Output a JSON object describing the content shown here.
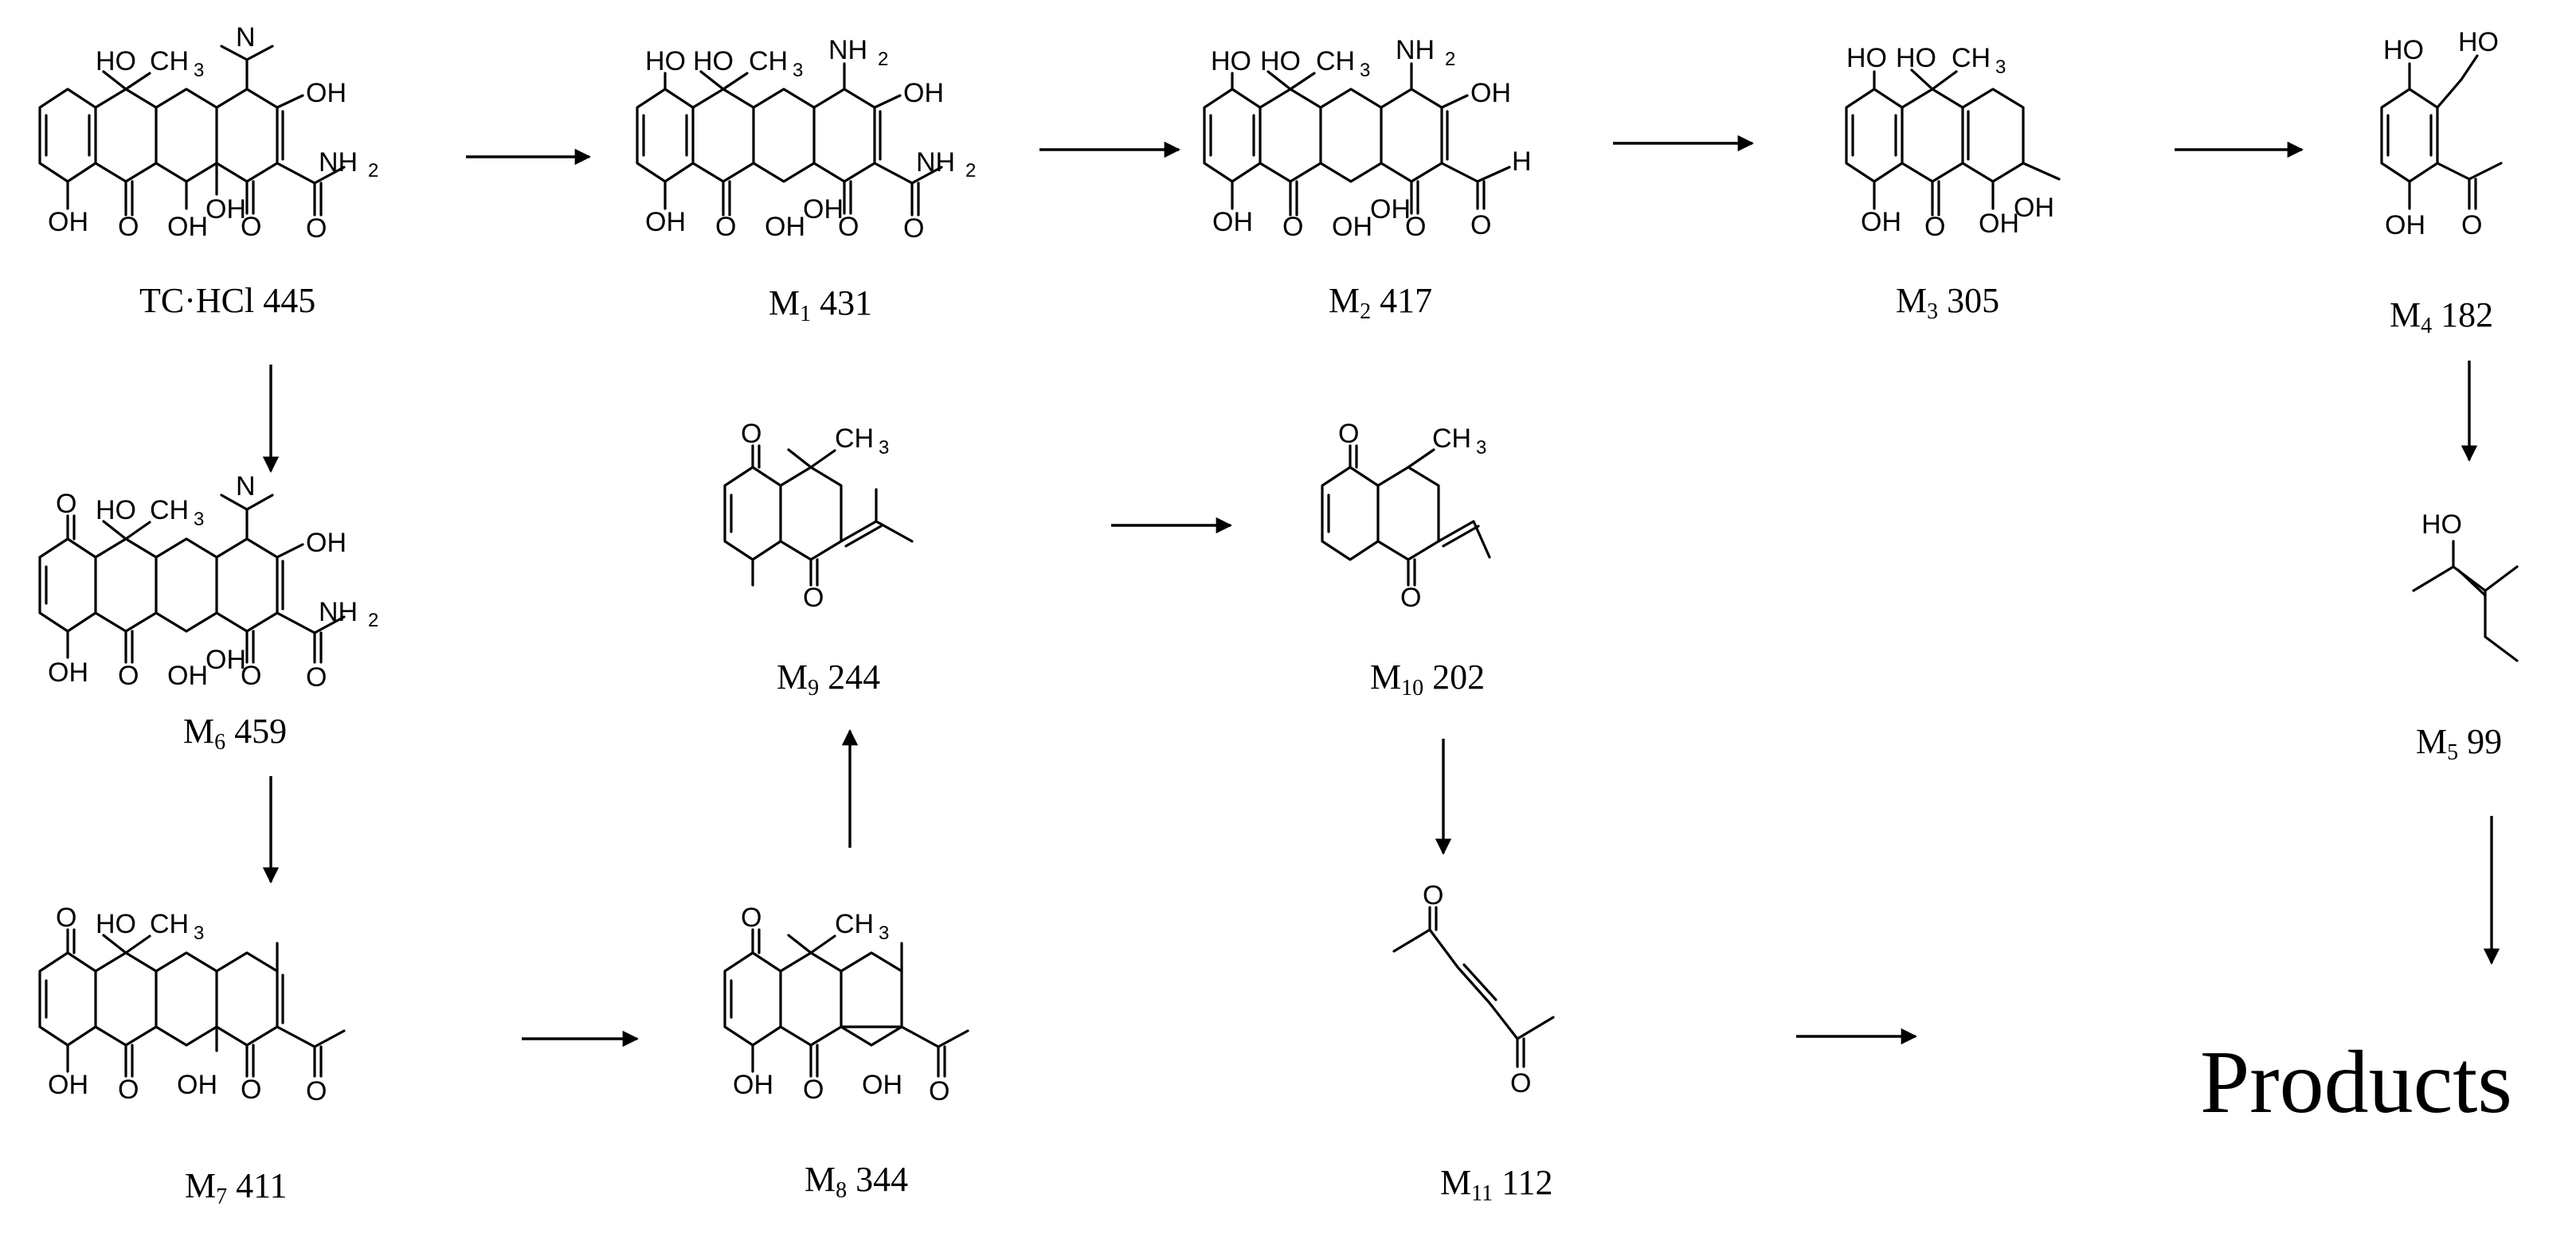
{
  "compounds": {
    "tc": {
      "label": "TC·HCl",
      "sub": "",
      "mass": "445"
    },
    "m1": {
      "label": "M",
      "sub": "1",
      "mass": "431"
    },
    "m2": {
      "label": "M",
      "sub": "2",
      "mass": "417"
    },
    "m3": {
      "label": "M",
      "sub": "3",
      "mass": "305"
    },
    "m4": {
      "label": "M",
      "sub": "4",
      "mass": "182"
    },
    "m5": {
      "label": "M",
      "sub": "5",
      "mass": "99"
    },
    "m6": {
      "label": "M",
      "sub": "6",
      "mass": "459"
    },
    "m7": {
      "label": "M",
      "sub": "7",
      "mass": "411"
    },
    "m8": {
      "label": "M",
      "sub": "8",
      "mass": "344"
    },
    "m9": {
      "label": "M",
      "sub": "9",
      "mass": "244"
    },
    "m10": {
      "label": "M",
      "sub": "10",
      "mass": "202"
    },
    "m11": {
      "label": "M",
      "sub": "11",
      "mass": "112"
    }
  },
  "groups": {
    "oh": "OH",
    "ho": "HO",
    "o": "O",
    "nh2": "NH",
    "nh2_sub": "2",
    "n": "N",
    "ch3": "CH",
    "ch3_sub": "3",
    "h": "H"
  },
  "final_label": "Products"
}
